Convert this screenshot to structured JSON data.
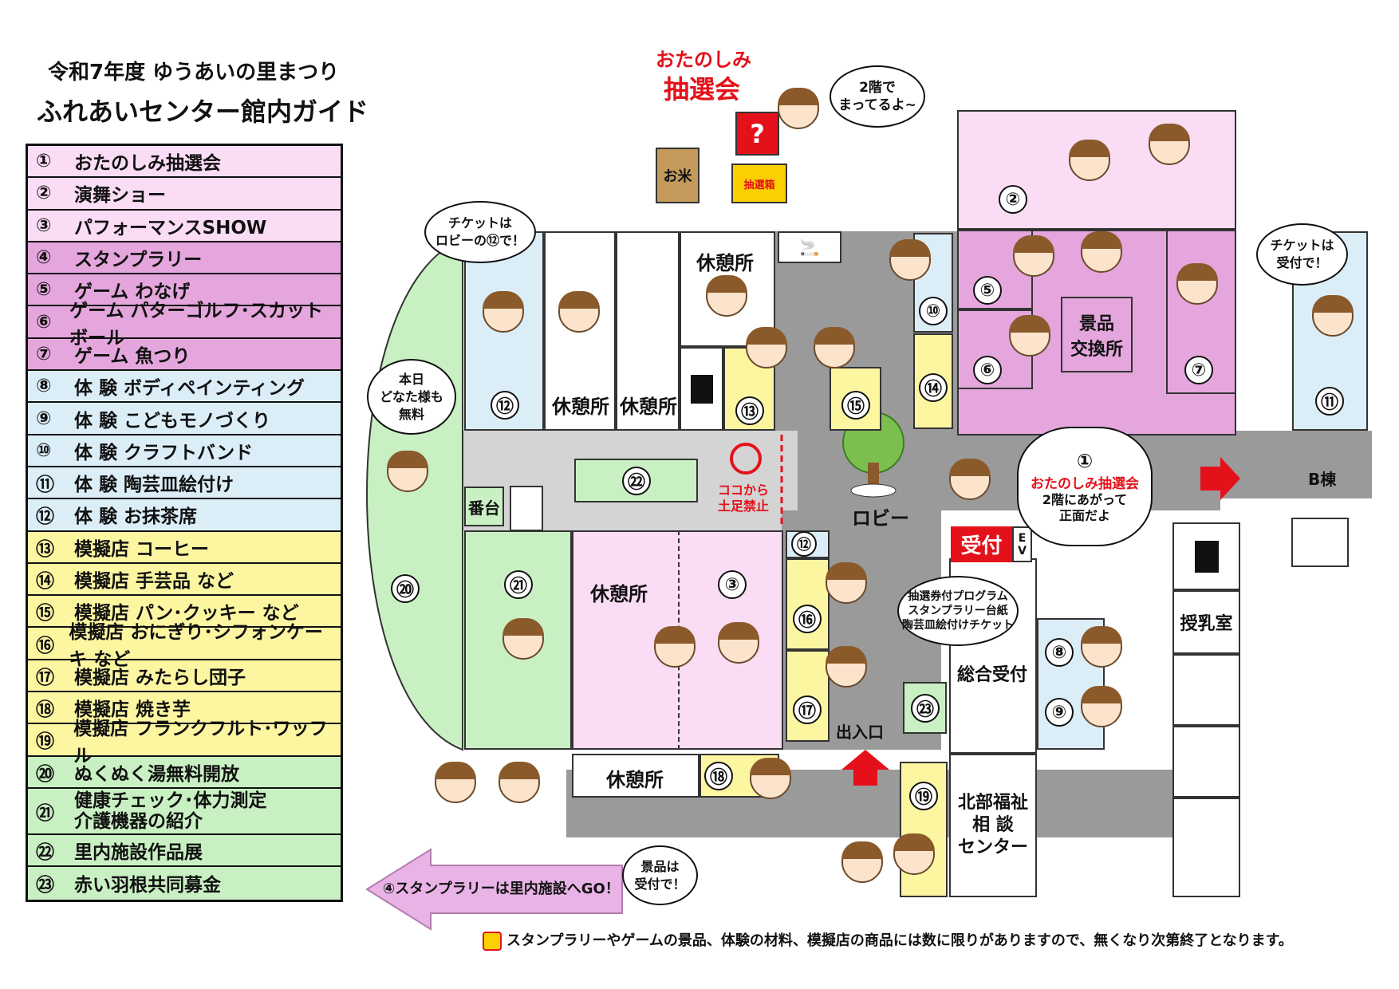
{
  "header": {
    "line1": "令和7年度 ゆうあいの里まつり",
    "line2": "ふれあいセンター館内ガイド"
  },
  "legend": [
    {
      "num": "①",
      "label": "おたのしみ抽選会",
      "color": "pink"
    },
    {
      "num": "②",
      "label": "演舞ショー",
      "color": "pink"
    },
    {
      "num": "③",
      "label": "パフォーマンスSHOW",
      "color": "pink"
    },
    {
      "num": "④",
      "label": "スタンプラリー",
      "color": "mag"
    },
    {
      "num": "⑤",
      "label": "ゲーム わなげ",
      "color": "mag"
    },
    {
      "num": "⑥",
      "label": "ゲーム パターゴルフ･スカットボール",
      "color": "mag"
    },
    {
      "num": "⑦",
      "label": "ゲーム 魚つり",
      "color": "mag"
    },
    {
      "num": "⑧",
      "label": "体 験 ボディペインティング",
      "color": "blue"
    },
    {
      "num": "⑨",
      "label": "体 験 こどもモノづくり",
      "color": "blue"
    },
    {
      "num": "⑩",
      "label": "体 験 クラフトバンド",
      "color": "blue"
    },
    {
      "num": "⑪",
      "label": "体 験 陶芸皿絵付け",
      "color": "blue"
    },
    {
      "num": "⑫",
      "label": "体 験 お抹茶席",
      "color": "blue"
    },
    {
      "num": "⑬",
      "label": "模擬店 コーヒー",
      "color": "yel"
    },
    {
      "num": "⑭",
      "label": "模擬店 手芸品 など",
      "color": "yel"
    },
    {
      "num": "⑮",
      "label": "模擬店 パン･クッキー など",
      "color": "yel"
    },
    {
      "num": "⑯",
      "label": "模擬店 おにぎり･シフォンケーキ など",
      "color": "yel"
    },
    {
      "num": "⑰",
      "label": "模擬店 みたらし団子",
      "color": "yel"
    },
    {
      "num": "⑱",
      "label": "模擬店 焼き芋",
      "color": "yel"
    },
    {
      "num": "⑲",
      "label": "模擬店 フランクフルト･ワッフル",
      "color": "yel"
    },
    {
      "num": "⑳",
      "label": "ぬくぬく湯無料開放",
      "color": "grn"
    },
    {
      "num": "㉑",
      "label": "健康チェック･体力測定\n介護機器の紹介",
      "color": "grn",
      "tall": true
    },
    {
      "num": "㉒",
      "label": "里内施設作品展",
      "color": "grn"
    },
    {
      "num": "㉓",
      "label": "赤い羽根共同募金",
      "color": "grn"
    }
  ],
  "map": {
    "rooms": {
      "r2": "②",
      "r3": "③",
      "r5": "⑤",
      "r6": "⑥",
      "r7": "⑦",
      "r8": "⑧",
      "r9": "⑨",
      "r10": "⑩",
      "r11": "⑪",
      "r12a": "⑫",
      "r12b": "⑫",
      "r13": "⑬",
      "r14": "⑭",
      "r15": "⑮",
      "r16": "⑯",
      "r17": "⑰",
      "r18": "⑱",
      "r19": "⑲",
      "r20": "⑳",
      "r21": "㉑",
      "r22": "㉒",
      "r23": "㉓"
    },
    "labels": {
      "rest1": "休憩所",
      "rest2": "休憩所",
      "rest3": "休憩所",
      "rest4": "休憩所",
      "rest5": "休憩所",
      "keihin": "景品\n交換所",
      "lobby": "ロビー",
      "bandai": "番台",
      "ukezuke": "受付",
      "ev": "E\nV",
      "sogo": "総合受付",
      "junyu": "授乳室",
      "hokubu": "北部福祉\n相 談\nセンター",
      "bto": "B棟",
      "exit": "出入口",
      "dosoku": "ココから\n土足禁止"
    },
    "bubbles": {
      "upstairs": "2階で\nまってるよ~",
      "ticket12": "チケットは\nロビーの⑫で！",
      "free": "本日\nどなた様も\n無料",
      "ticket11": "チケットは\n受付で！",
      "prizes": "景品は\n受付で！",
      "lottery_title": "おたのしみ抽選会",
      "lottery_text": "2階にあがって\n正面だよ",
      "lottery_num": "①",
      "reception": "抽選券付プログラム\nスタンプラリー台紙\n陶芸皿絵付けチケット"
    },
    "logo": {
      "line1": "おたのしみ",
      "line2": "抽選会",
      "box": "抽選箱",
      "rice": "お米"
    },
    "stamp_arrow": "④スタンプラリーは里内施設へGO！",
    "footnote": "スタンプラリーやゲームの景品、体験の材料、模擬店の商品には数に限りがありますので、無くなり次第終了となります。"
  },
  "colors": {
    "pink": "#fadcf5",
    "mag": "#e4a6dc",
    "blue": "#dbeef8",
    "yel": "#fdf6a1",
    "grn": "#c9f0c3",
    "gray": "#9a9a9a",
    "red": "#e4111b"
  }
}
